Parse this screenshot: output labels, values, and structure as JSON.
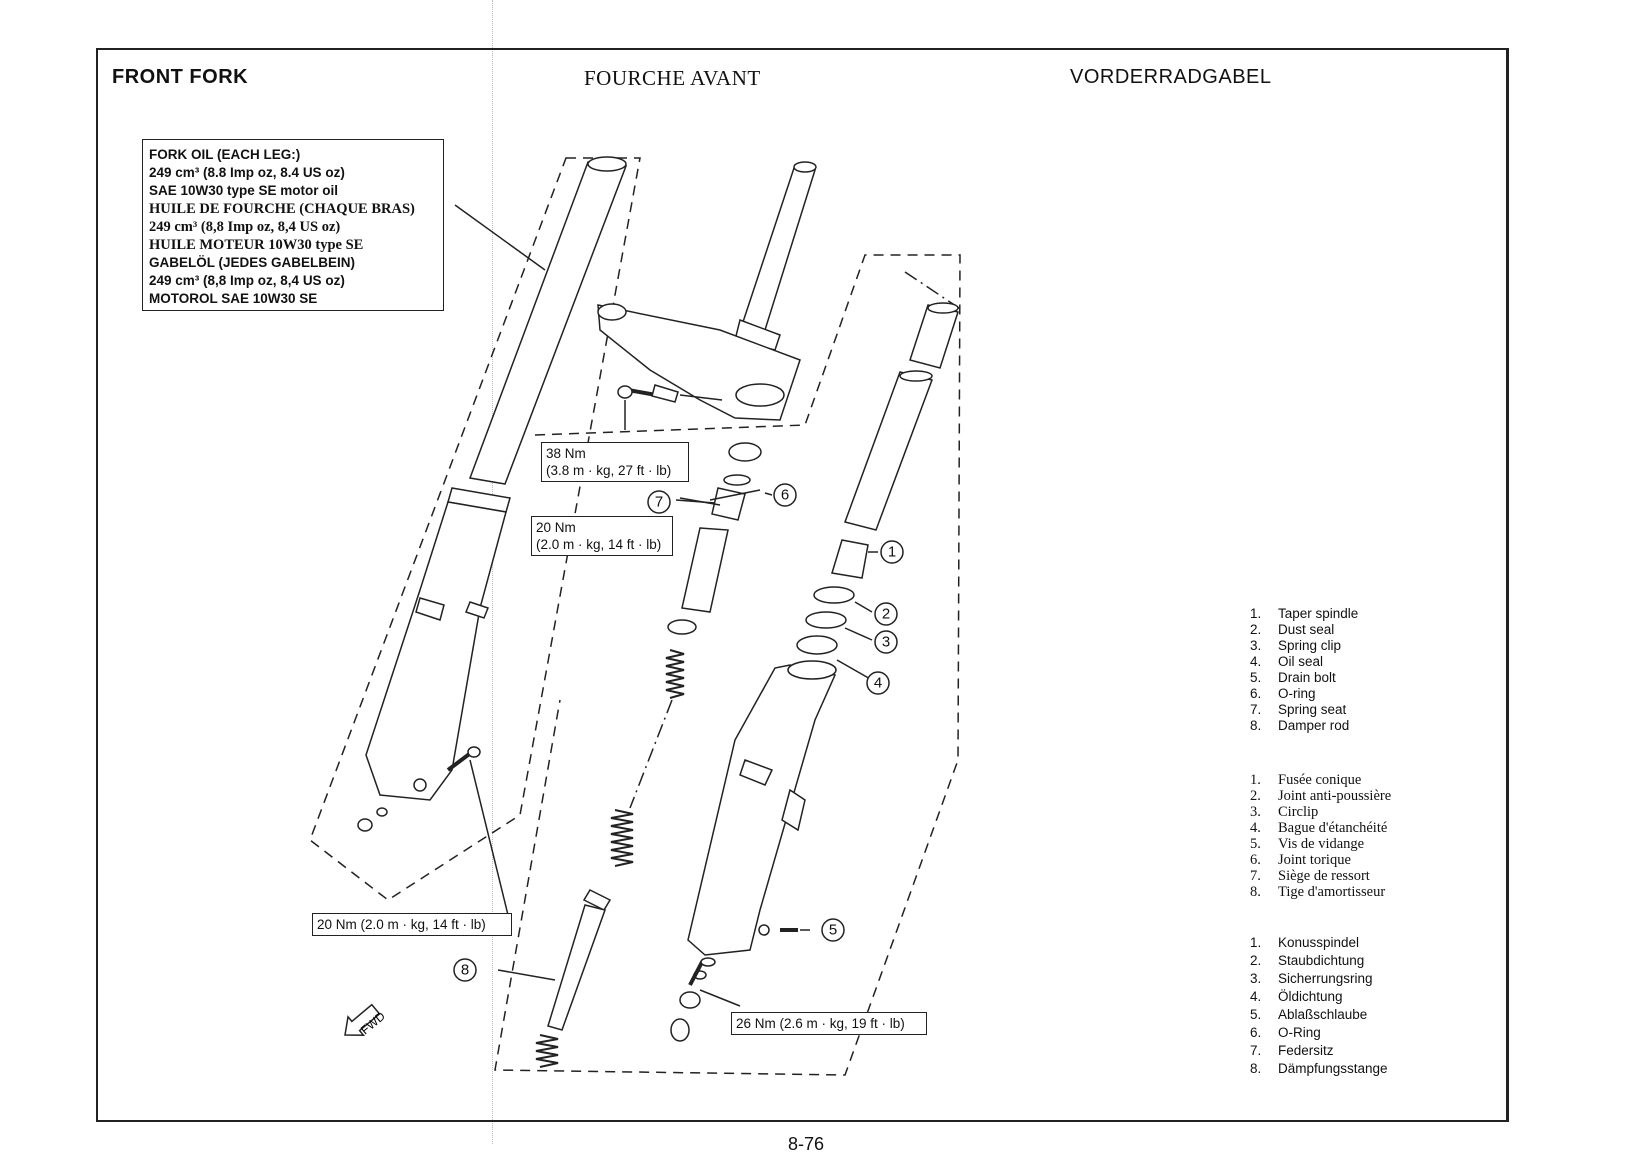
{
  "headings": {
    "en": "FRONT FORK",
    "fr": "FOURCHE AVANT",
    "de": "VORDERRADGABEL"
  },
  "oil_box": {
    "lines": [
      "FORK OIL (EACH LEG:)",
      "249 cm³ (8.8 Imp oz, 8.4 US oz)",
      "SAE 10W30 type SE motor oil",
      "HUILE DE FOURCHE (CHAQUE BRAS)",
      "249 cm³ (8,8 Imp oz, 8,4 US oz)",
      "HUILE MOTEUR 10W30 type SE",
      "GABELÖL (JEDES GABELBEIN)",
      "249 cm³ (8,8 Imp oz, 8,4 US oz)",
      "MOTOROL SAE 10W30 SE"
    ]
  },
  "torques": {
    "t38_line1": "38 Nm",
    "t38_line2": "(3.8 m · kg, 27 ft · lb)",
    "t20a_line1": "20 Nm",
    "t20a_line2": "(2.0 m · kg, 14 ft · lb)",
    "t20b": "20 Nm (2.0 m · kg, 14 ft · lb)",
    "t26": "26 Nm (2.6 m · kg, 19 ft · lb)"
  },
  "callouts": [
    "1",
    "2",
    "3",
    "4",
    "5",
    "6",
    "7",
    "8"
  ],
  "fwd_label": "FWD",
  "legend_en": [
    {
      "num": "1.",
      "text": "Taper spindle"
    },
    {
      "num": "2.",
      "text": "Dust seal"
    },
    {
      "num": "3.",
      "text": "Spring clip"
    },
    {
      "num": "4.",
      "text": "Oil seal"
    },
    {
      "num": "5.",
      "text": "Drain bolt"
    },
    {
      "num": "6.",
      "text": "O-ring"
    },
    {
      "num": "7.",
      "text": "Spring seat"
    },
    {
      "num": "8.",
      "text": "Damper rod"
    }
  ],
  "legend_fr": [
    {
      "num": "1.",
      "text": "Fusée conique"
    },
    {
      "num": "2.",
      "text": "Joint anti-poussière"
    },
    {
      "num": "3.",
      "text": "Circlip"
    },
    {
      "num": "4.",
      "text": "Bague d'étanchéité"
    },
    {
      "num": "5.",
      "text": "Vis de vidange"
    },
    {
      "num": "6.",
      "text": "Joint torique"
    },
    {
      "num": "7.",
      "text": "Siège de ressort"
    },
    {
      "num": "8.",
      "text": "Tige d'amortisseur"
    }
  ],
  "legend_de": [
    {
      "num": "1.",
      "text": "Konusspindel"
    },
    {
      "num": "2.",
      "text": "Staubdichtung"
    },
    {
      "num": "3.",
      "text": "Sicherrungsring"
    },
    {
      "num": "4.",
      "text": "Öldichtung"
    },
    {
      "num": "5.",
      "text": "Ablaßschlaube"
    },
    {
      "num": "6.",
      "text": "O-Ring"
    },
    {
      "num": "7.",
      "text": "Federsitz"
    },
    {
      "num": "8.",
      "text": "Dämpfungsstange"
    }
  ],
  "page_number": "8-76"
}
